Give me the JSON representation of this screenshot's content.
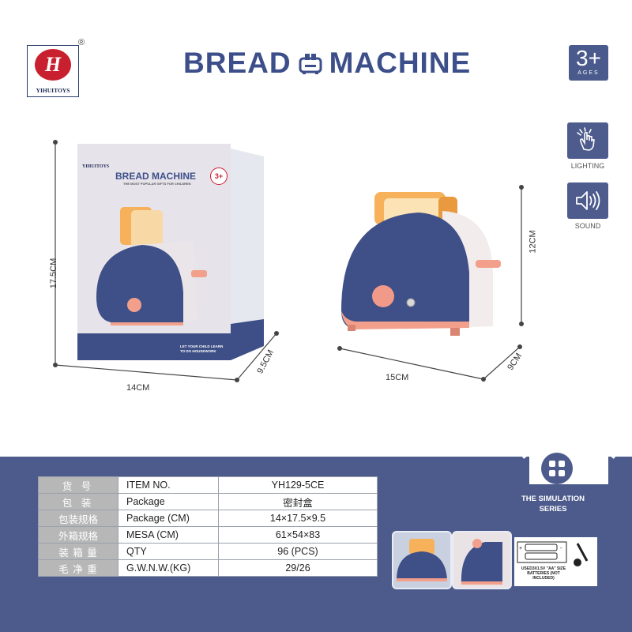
{
  "brand": {
    "logo_letter": "H",
    "name": "YIHUITOYS",
    "registered": "®"
  },
  "title": {
    "left": "BREAD",
    "right": "MACHINE"
  },
  "age": {
    "value": "3+",
    "label": "AGES"
  },
  "features": [
    {
      "label": "LIGHTING",
      "icon": "touch-light-icon"
    },
    {
      "label": "SOUND",
      "icon": "speaker-icon"
    }
  ],
  "box_package": {
    "brand": "YIHUITOYS",
    "title": "BREAD MACHINE",
    "subtitle": "THE MOST POPULAR GIFTS FOR CHILDREN",
    "age": "3+",
    "slogan": "LET YOUR CHILD LEARN TO DO HOUSEWORK"
  },
  "dimensions": {
    "box_height": "17.5CM",
    "box_width": "14CM",
    "box_depth": "9.5CM",
    "toy_height": "12CM",
    "toy_width": "15CM",
    "toy_depth": "9CM"
  },
  "spec_table": [
    {
      "cn": "货 号",
      "en": "ITEM NO.",
      "value": "YH129-5CE"
    },
    {
      "cn": "包 装",
      "en": "Package",
      "value": "密封盒"
    },
    {
      "cn": "包装规格",
      "en": "Package (CM)",
      "value": "14×17.5×9.5"
    },
    {
      "cn": "外箱规格",
      "en": "MESA (CM)",
      "value": "61×54×83"
    },
    {
      "cn": "装 箱 量",
      "en": "QTY",
      "value": "96 (PCS)"
    },
    {
      "cn": "毛 净 重",
      "en": "G.W.N.W.(KG)",
      "value": "29/26"
    }
  ],
  "series": {
    "line1": "THE SIMULATION",
    "line2": "SERIES"
  },
  "battery": {
    "text": "USED3X1.5V \"AA\" SIZE BATTERIES (NOT INCLUDED)"
  },
  "colors": {
    "navy": "#3d4f8a",
    "band": "#4c5b8b",
    "toaster": "#3f4f87",
    "peach": "#f2a08b",
    "bread": "#f6b15a"
  }
}
